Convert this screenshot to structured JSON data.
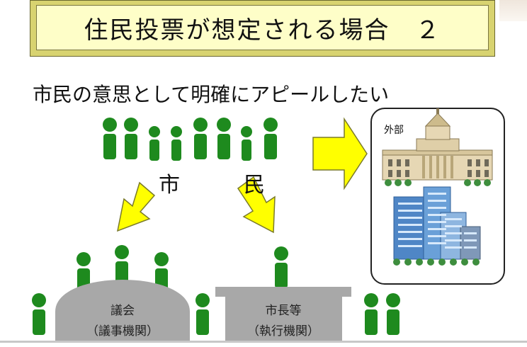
{
  "title": "住民投票が想定される場合　２",
  "subtitle": "市民の意思として明確にアピールしたい",
  "citizens_label": "市　民",
  "external_panel": {
    "label": "外部"
  },
  "council": {
    "line1": "議会",
    "line2": "（議事機関）"
  },
  "mayor": {
    "line1": "市長等",
    "line2": "（執行機関）"
  },
  "colors": {
    "person_green": "#1e8a1e",
    "arrow_yellow": "#ffff00",
    "arrow_outline": "#7a7a2a",
    "podium_gray": "#a8a8a8",
    "banner_fill": "#fefec8"
  }
}
